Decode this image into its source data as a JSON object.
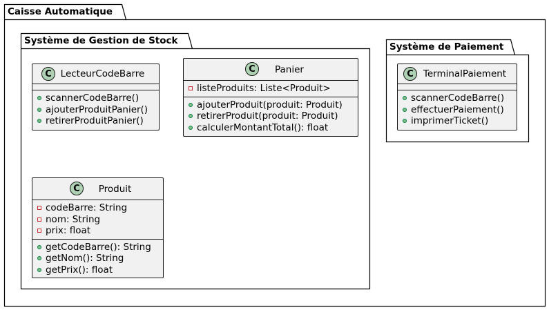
{
  "packages": {
    "outer": {
      "label": "Caisse Automatique"
    },
    "stock": {
      "label": "Système de Gestion de Stock"
    },
    "payment": {
      "label": "Système de Paiement"
    }
  },
  "classes": {
    "lecteur": {
      "stereotype": "C",
      "name": "LecteurCodeBarre",
      "methods": [
        "scannerCodeBarre()",
        "ajouterProduitPanier()",
        "retirerProduitPanier()"
      ]
    },
    "panier": {
      "stereotype": "C",
      "name": "Panier",
      "attributes": [
        "listeProduits: Liste<Produit>"
      ],
      "methods": [
        "ajouterProduit(produit: Produit)",
        "retirerProduit(produit: Produit)",
        "calculerMontantTotal(): float"
      ]
    },
    "produit": {
      "stereotype": "C",
      "name": "Produit",
      "attributes": [
        "codeBarre: String",
        "nom: String",
        "prix: float"
      ],
      "methods": [
        "getCodeBarre(): String",
        "getNom(): String",
        "getPrix(): float"
      ]
    },
    "terminal": {
      "stereotype": "C",
      "name": "TerminalPaiement",
      "methods": [
        "scannerCodeBarre()",
        "effectuerPaiement()",
        "imprimerTicket()"
      ]
    }
  },
  "colors": {
    "class_fill": "#f1f1f1",
    "class_border": "#181818",
    "stereotype_circle": "#add1b2",
    "private_marker": "#C82930",
    "public_marker": "#84BE84"
  }
}
